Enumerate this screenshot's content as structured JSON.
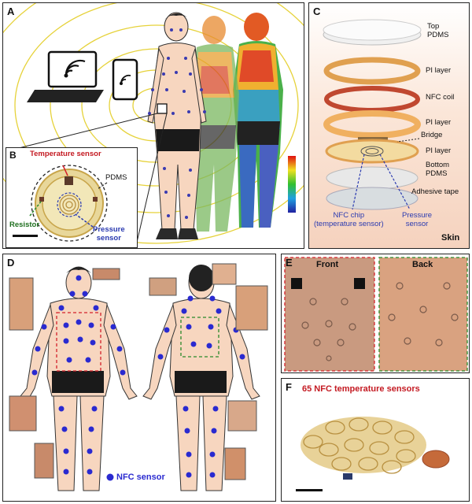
{
  "panels": {
    "A": {
      "label": "A"
    },
    "B": {
      "label": "B",
      "temperature_sensor": "Temperature sensor",
      "pdms": "PDMS",
      "resistor": "Resistor",
      "pressure_sensor": "Pressure\nsensor"
    },
    "C": {
      "label": "C",
      "layers": [
        "Top\nPDMS",
        "PI layer",
        "NFC coil",
        "PI layer",
        "Bridge",
        "PI layer",
        "Bottom\nPDMS",
        "Adhesive tape"
      ],
      "nfc_chip": "NFC chip\n(temperature sensor)",
      "pressure_sensor": "Pressure\nsensor",
      "skin": "Skin"
    },
    "D": {
      "label": "D",
      "legend": "NFC sensor"
    },
    "E": {
      "label": "E",
      "front": "Front",
      "back": "Back"
    },
    "F": {
      "label": "F",
      "title": "65 NFC temperature sensors"
    }
  },
  "colors": {
    "accent_red": "#d4202a",
    "sensor_blue": "#2a2ad0",
    "skin": "#f7d6bf",
    "coil_gold": "#d9a24a"
  }
}
